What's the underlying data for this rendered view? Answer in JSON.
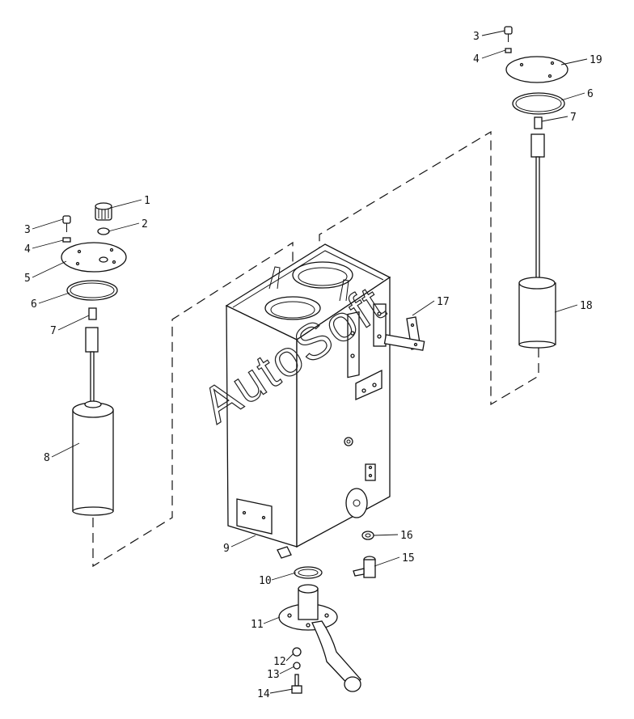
{
  "callouts": {
    "c1": "1",
    "c2": "2",
    "c3a": "3",
    "c4a": "4",
    "c5": "5",
    "c6a": "6",
    "c7a": "7",
    "c8": "8",
    "c9": "9",
    "c10": "10",
    "c11": "11",
    "c12": "12",
    "c13": "13",
    "c14": "14",
    "c15": "15",
    "c16": "16",
    "c17": "17",
    "c18": "18",
    "c3b": "3",
    "c4b": "4",
    "c19": "19",
    "c6b": "6",
    "c7b": "7"
  },
  "watermark": "AutoSoft"
}
